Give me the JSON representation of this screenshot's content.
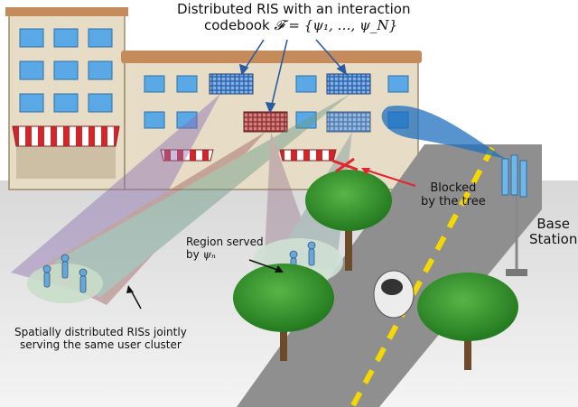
{
  "title_line1": "Distributed RIS with an interaction",
  "title_line2_prefix": "codebook",
  "title_line2_math": "𝓕 = {ψ₁, …, ψ_N}",
  "label_blocked_line1": "Blocked",
  "label_blocked_line2": "by the tree",
  "label_base_line1": "Base",
  "label_base_line2": "Station",
  "label_region_line1": "Region served",
  "label_region_prefix": "by",
  "label_region_math": "ψₙ",
  "label_spatial_line1": "Spatially distributed RISs jointly",
  "label_spatial_line2": "serving the same user cluster",
  "colors": {
    "building": "#e7dcc6",
    "roof": "#c58b5a",
    "window": "#5aa9e6",
    "ris_blue": "#3b6fb6",
    "ris_red": "#b24a4a",
    "road": "#8f8f8f",
    "lane": "#f5d800",
    "tree": "#2f8a2a",
    "beam": "#1f6fbf",
    "arrow": "#e3262e"
  }
}
